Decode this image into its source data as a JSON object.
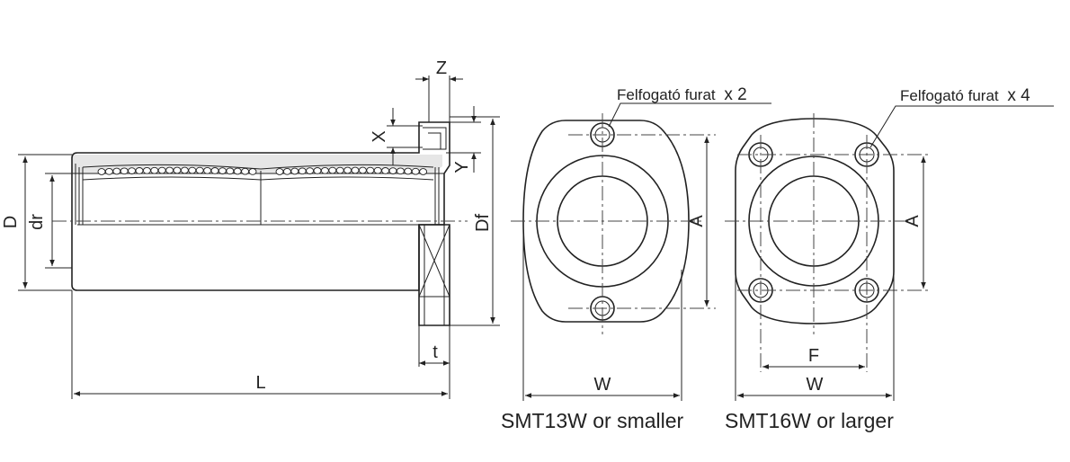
{
  "dimensions": {
    "z": "Z",
    "x": "X",
    "y": "Y",
    "d": "D",
    "dr": "dr",
    "df": "Df",
    "t": "t",
    "l": "L",
    "a_left": "A",
    "a_right": "A",
    "w_left": "W",
    "w_right": "W",
    "f": "F"
  },
  "notes": {
    "holes_2": "Felfogató furat",
    "holes_2_count": "x 2",
    "holes_4": "Felfogató furat",
    "holes_4_count": "x 4"
  },
  "captions": {
    "small": "SMT13W or smaller",
    "large": "SMT16W or larger"
  },
  "colors": {
    "line": "#222222",
    "shade": "#e6e6e6"
  }
}
